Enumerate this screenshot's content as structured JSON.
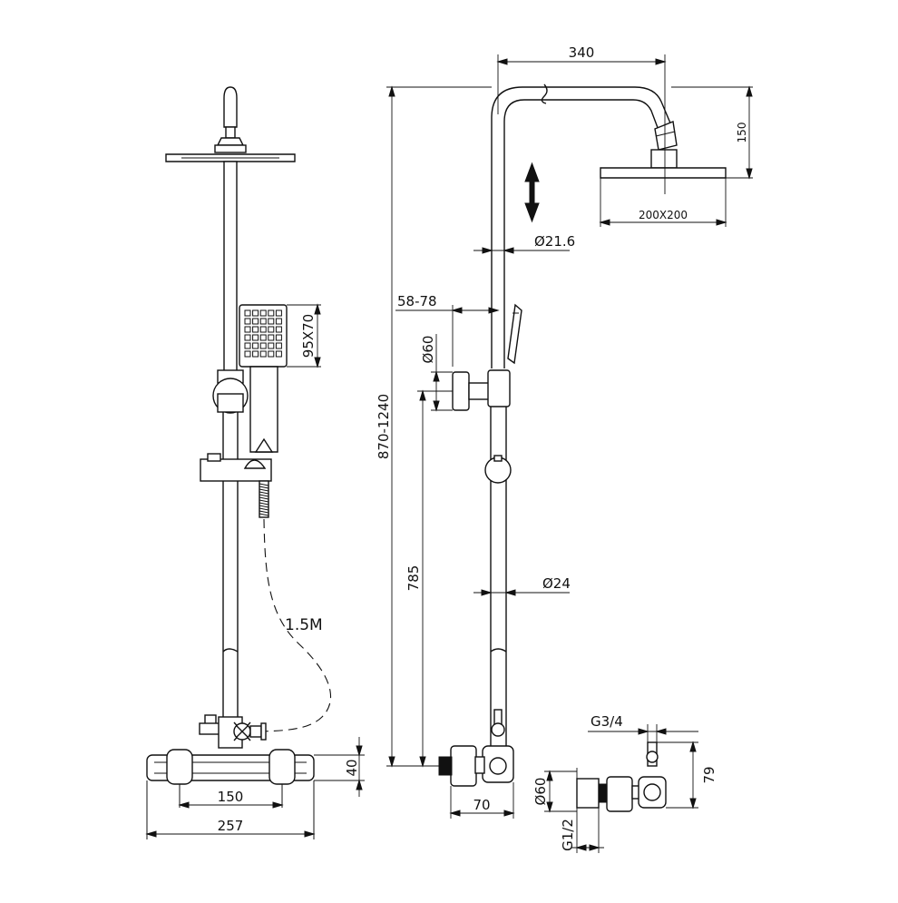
{
  "dimensions": {
    "arm_length": "340",
    "head_drop": "150",
    "head_size": "200X200",
    "riser_diameter": "Ø21.6",
    "wall_offset": "58-78",
    "handset_size": "95X70",
    "bracket_diameter": "Ø60",
    "total_height": "870-1240",
    "mixer_to_bracket": "785",
    "lower_tube_diameter": "Ø24",
    "hose_length": "1.5M",
    "outlet_thread": "G3/4",
    "outlet_height": "79",
    "mixer_height": "40",
    "inlet_spacing": "150",
    "mixer_width": "257",
    "mixer_depth": "70",
    "flange_diameter": "Ø60",
    "inlet_thread": "G1/2"
  }
}
